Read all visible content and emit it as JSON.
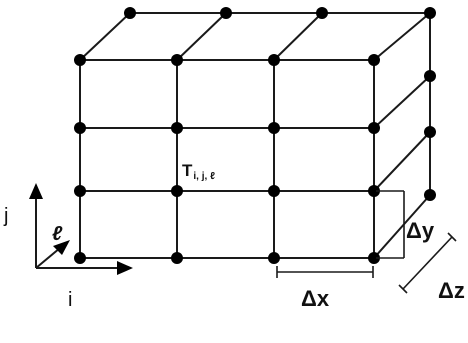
{
  "colors": {
    "ink": "#111111",
    "background": "#ffffff"
  },
  "labels": {
    "node_symbol": "T",
    "node_subscript": "i, j, ℓ",
    "axis_i": "i",
    "axis_j": "j",
    "axis_l": "ℓ",
    "dim_x": "Δx",
    "dim_y": "Δy",
    "dim_z": "Δz"
  }
}
